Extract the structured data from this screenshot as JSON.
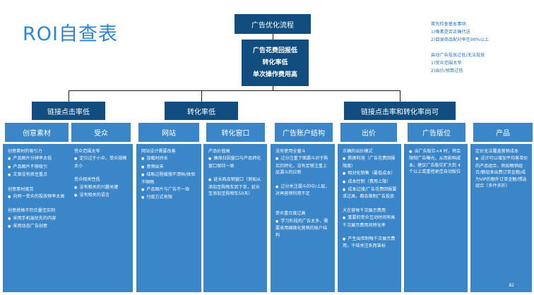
{
  "title": "ROI自查表",
  "top_box": "广告优化流程",
  "main_box": [
    "广告花费回报低",
    "转化率低",
    "单次操作费用高"
  ],
  "notes": [
    "首先检查基本事项:",
    "1)像素是否正确代送",
    "2)目录商品配对率在99%以上",
    "",
    "启动广告投放过低/无法投放",
    "1)受众范围太窄",
    "2)出价/预算过低"
  ],
  "categories": [
    "链接点击率低",
    "转化率低",
    "链接点击率和转化率尚可"
  ],
  "columns": [
    {
      "head": "创意素材",
      "lines": [
        {
          "t": "创意素材的吸引力",
          "b": false
        },
        {
          "t": "产品图片分辨率太低",
          "b": true
        },
        {
          "t": "产品图片不够吸引",
          "b": true
        },
        {
          "t": "文案没有抓住重点",
          "b": true
        },
        {
          "t": "",
          "b": false
        },
        {
          "t": "创意素材度劳",
          "b": false
        },
        {
          "t": "向同一受众的投放频率太高",
          "b": true
        },
        {
          "t": "",
          "b": false
        },
        {
          "t": "创意搭格不符合量佳实例",
          "b": false
        },
        {
          "t": "采用手机端优先的内容",
          "b": true
        },
        {
          "t": "采用动态广告创意",
          "b": true
        }
      ]
    },
    {
      "head": "受众",
      "lines": [
        {
          "t": "受众范围太窄",
          "b": false
        },
        {
          "t": "定位过于小众，受众规模太小",
          "b": true
        },
        {
          "t": "",
          "b": false
        },
        {
          "t": "受众相关性低",
          "b": false
        },
        {
          "t": "没有相关的兴趣关键",
          "b": true
        },
        {
          "t": "没有相关的语言",
          "b": true
        }
      ]
    },
    {
      "head": "网站",
      "lines": [
        {
          "t": "网站设计需要改善",
          "b": false
        },
        {
          "t": "加载时间长",
          "b": true
        },
        {
          "t": "意频出未",
          "b": true
        },
        {
          "t": "结账过程缓慢不清晰/体验不顺畅",
          "b": true
        },
        {
          "t": "产品图片与广告不一致",
          "b": true
        },
        {
          "t": "付款方式有限",
          "b": true
        }
      ]
    },
    {
      "head": "转化窗口",
      "lines": [
        {
          "t": "产品价值高",
          "b": false
        },
        {
          "t": "确保归因窗口与产品转化窗口保持一致",
          "b": true
        },
        {
          "t": "",
          "b": false
        },
        {
          "t": "延长商品销窗口（例如从添加至购物车到下单，延长至添加至购物车50天）",
          "b": true
        }
      ]
    },
    {
      "head": "广告账户结构",
      "lines": [
        {
          "t": "没有使用全量斗",
          "b": false
        },
        {
          "t": "过分注重下面漏斗对于购买的转化，没有足够注重上层漏斗的拉新",
          "b": true
        },
        {
          "t": "",
          "b": false
        },
        {
          "t": "过分关注漏斗的中/上层，对再营销利用不足",
          "b": true
        },
        {
          "t": "",
          "b": false
        },
        {
          "t": "",
          "b": false
        },
        {
          "t": "受众重合度过高",
          "b": false
        },
        {
          "t": "学习阶段的广告太多，需要采用细微化营销的账户结构",
          "b": true
        }
      ]
    },
    {
      "head": "出价",
      "lines": [
        {
          "t": "正确的出价模式",
          "b": false
        },
        {
          "t": "默换利溶（广告花费回报限度）",
          "b": true
        },
        {
          "t": "相对化销售（最低成本）",
          "b": true
        },
        {
          "t": "成本控制（费用上限）",
          "b": true
        },
        {
          "t": "成本过搜/广告花费回报要求过高，都会限制广告投放",
          "b": true
        },
        {
          "t": "",
          "b": false
        },
        {
          "t": "大在营每千次展示费用",
          "b": false
        },
        {
          "t": "重要的受众互动时间有高千次展示费用间转化率",
          "b": true
        },
        {
          "t": "",
          "b": false
        },
        {
          "t": "产生出但制每千次展示费用，干结关注系而曾标",
          "b": true
        }
      ]
    },
    {
      "head": "广告版位",
      "lines": [
        {
          "t": "当广告版位<4 时，将会限制广告曝光，从而影响成本。建议广告版位扩大到 4 个以上或重搭更佳自动版位",
          "b": true
        }
      ]
    },
    {
      "head": "产品",
      "lines": [
        {
          "t": "定价无法覆盖营销成本",
          "b": false
        },
        {
          "t": "设计可以增加平均客单价的产品组合，例如畅销组合/额组发出费订单金额/成为VIP的额外订单金额/惯选组合（多件多折）",
          "b": true
        }
      ]
    }
  ],
  "page_number": "82"
}
